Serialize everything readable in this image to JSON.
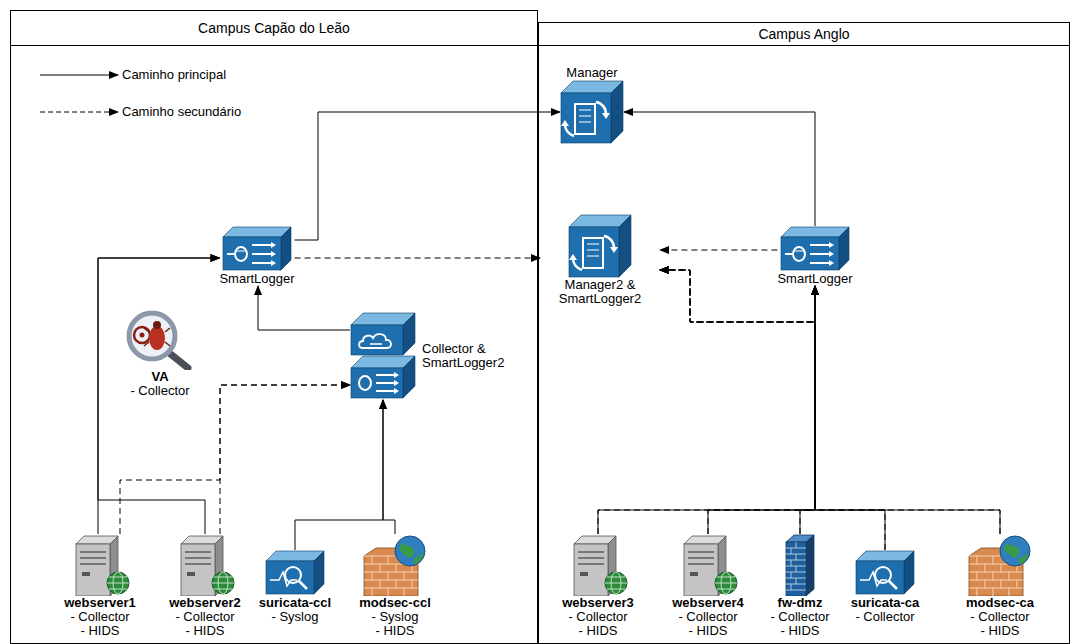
{
  "diagram": {
    "nodes": [
      {
        "text": [
          "Campus Capão do Leão"
        ]
      },
      {
        "text": [
          "Campus Anglo"
        ]
      },
      {
        "text": [
          "SmartLogger"
        ],
        "in": 0
      },
      {
        "text": [
          "VA",
          "- Collector"
        ],
        "in": 0
      },
      {
        "text": [
          "Collector & SmartLogger2"
        ],
        "in": 0
      },
      {
        "text": [
          "webserver1",
          "- Collector",
          "- HIDS"
        ],
        "in": 0
      },
      {
        "text": [
          "webserver2",
          "- Collector",
          "- HIDS"
        ],
        "in": 0
      },
      {
        "text": [
          "suricata-ccl",
          "- Syslog"
        ],
        "in": 0
      },
      {
        "text": [
          "modsec-ccl",
          "- Syslog",
          "- HIDS"
        ],
        "in": 0
      },
      {
        "text": [
          "Manager"
        ],
        "in": 1
      },
      {
        "text": [
          "Manager2 & SmartLogger2"
        ],
        "in": 1
      },
      {
        "text": [
          "SmartLogger"
        ],
        "in": 1
      },
      {
        "text": [
          "webserver3",
          "- Collector",
          "- HIDS"
        ],
        "in": 1
      },
      {
        "text": [
          "webserver4",
          "- Collector",
          "- HIDS"
        ],
        "in": 1
      },
      {
        "text": [
          "fw-dmz",
          "- Collector",
          "- HIDS"
        ],
        "in": 1
      },
      {
        "text": [
          "suricata-ca",
          "- Collector"
        ],
        "in": 1
      },
      {
        "text": [
          "modsec-ca",
          "- Collector",
          "- HIDS"
        ],
        "in": 1
      }
    ],
    "edges": [
      {
        "from": 5,
        "to": 2,
        "arrow": "to"
      },
      {
        "from": 6,
        "to": 2,
        "arrow": "to"
      },
      {
        "from": 5,
        "to": 4,
        "arrow": "to"
      },
      {
        "from": 6,
        "to": 4,
        "arrow": "to"
      },
      {
        "from": 4,
        "to": 2,
        "arrow": "to"
      },
      {
        "from": 7,
        "to": 4,
        "arrow": "to"
      },
      {
        "from": 8,
        "to": 4,
        "arrow": "to"
      },
      {
        "from": 2,
        "to": 9,
        "arrow": "to"
      },
      {
        "from": 2,
        "to": 10,
        "arrow": "to"
      },
      {
        "from": 11,
        "to": 9,
        "arrow": "to"
      },
      {
        "from": 11,
        "to": 10,
        "arrow": "to"
      },
      {
        "from": 12,
        "to": 11,
        "arrow": "to"
      },
      {
        "from": 13,
        "to": 11,
        "arrow": "to"
      },
      {
        "from": 14,
        "to": 11,
        "arrow": "to"
      },
      {
        "from": 15,
        "to": 11,
        "arrow": "to"
      },
      {
        "from": 16,
        "to": 11,
        "arrow": "to"
      },
      {
        "from": 12,
        "to": 10,
        "arrow": "to"
      },
      {
        "from": 13,
        "to": 10,
        "arrow": "to"
      },
      {
        "from": 14,
        "to": 10,
        "arrow": "to"
      },
      {
        "from": 15,
        "to": 10,
        "arrow": "to"
      },
      {
        "from": 16,
        "to": 10,
        "arrow": "to"
      }
    ],
    "legend": [
      {
        "text": "Caminho principal"
      },
      {
        "text": "Caminho secundário"
      }
    ]
  }
}
